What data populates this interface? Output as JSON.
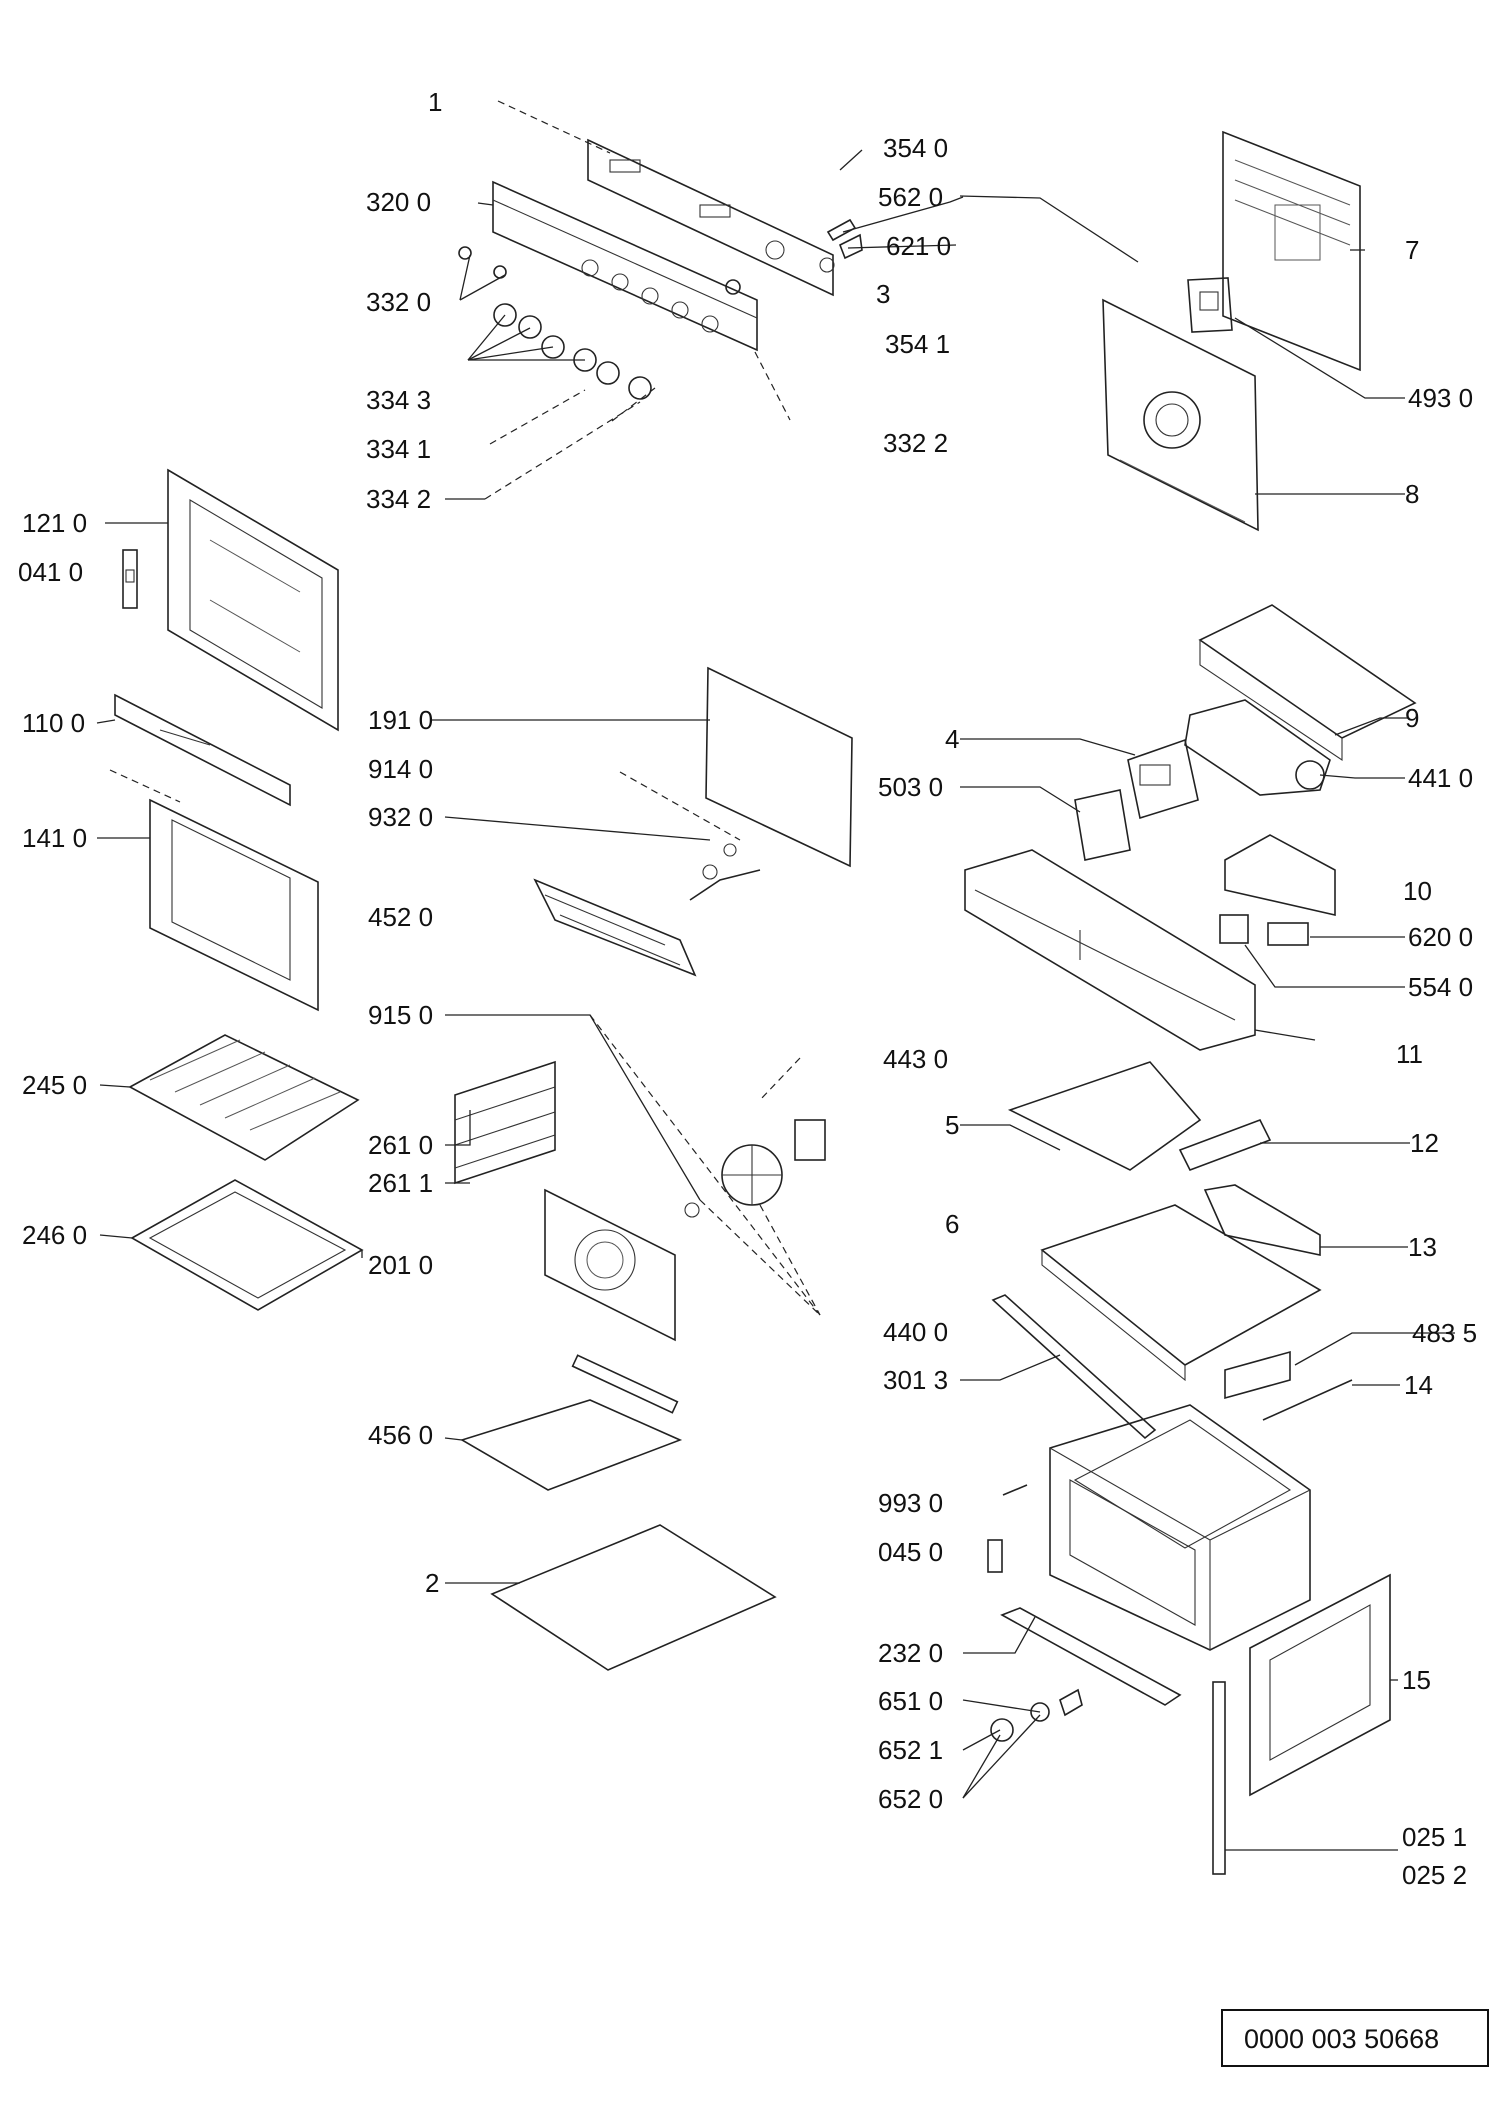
{
  "labels": {
    "l1": "1",
    "l354_0": "354 0",
    "l562_0": "562 0",
    "l621_0": "621 0",
    "l3": "3",
    "l320_0": "320 0",
    "l332_0": "332 0",
    "l354_1": "354 1",
    "l334_3": "334 3",
    "l334_1": "334 1",
    "l332_2": "332 2",
    "l334_2": "334 2",
    "l7": "7",
    "l493_0": "493 0",
    "l8": "8",
    "l121_0": "121 0",
    "l041_0": "041 0",
    "l110_0": "110 0",
    "l191_0": "191 0",
    "l914_0": "914 0",
    "l932_0": "932 0",
    "l141_0": "141 0",
    "l452_0": "452 0",
    "l9": "9",
    "l4": "4",
    "l441_0": "441 0",
    "l503_0": "503 0",
    "l10": "10",
    "l620_0": "620 0",
    "l554_0": "554 0",
    "l915_0": "915 0",
    "l443_0": "443 0",
    "l11": "11",
    "l245_0": "245 0",
    "l5": "5",
    "l12": "12",
    "l261_0": "261 0",
    "l261_1": "261 1",
    "l246_0": "246 0",
    "l201_0": "201 0",
    "l6": "6",
    "l13": "13",
    "l440_0": "440 0",
    "l483_5": "483 5",
    "l301_3": "301 3",
    "l14": "14",
    "l456_0": "456 0",
    "l993_0": "993 0",
    "l045_0": "045 0",
    "l2": "2",
    "l232_0": "232 0",
    "l15": "15",
    "l651_0": "651 0",
    "l652_1": "652 1",
    "l652_0": "652 0",
    "l025_1": "025 1",
    "l025_2": "025 2"
  },
  "drawing_code": "0000 003 50668"
}
